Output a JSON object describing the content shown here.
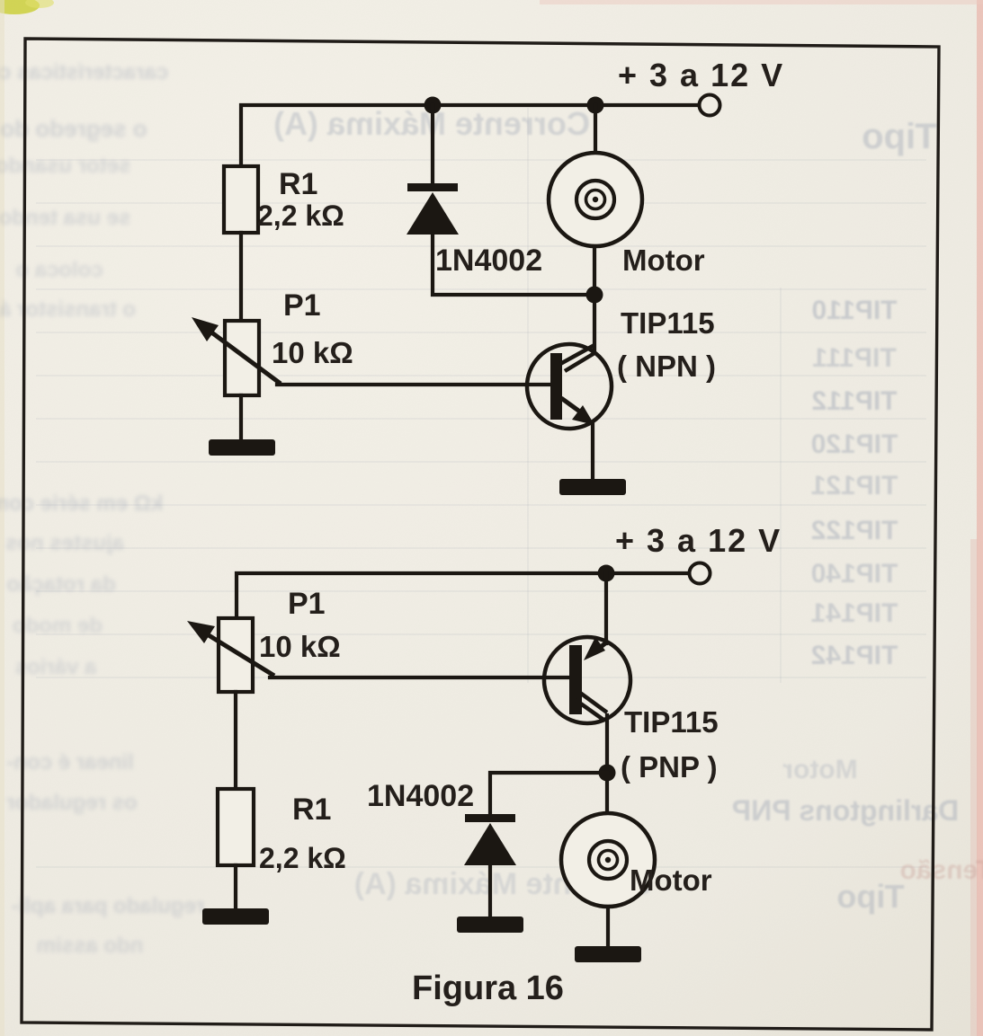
{
  "document": {
    "caption": "Figura 16"
  },
  "top_circuit": {
    "supply": "+ 3 a 12 V",
    "resistor_ref": "R1",
    "resistor_value": "2,2 kΩ",
    "pot_ref": "P1",
    "pot_value": "10 kΩ",
    "diode": "1N4002",
    "motor": "Motor",
    "transistor": "TIP115",
    "transistor_type": "( NPN )"
  },
  "bottom_circuit": {
    "supply": "+ 3 a 12 V",
    "resistor_ref": "R1",
    "resistor_value": "2,2 kΩ",
    "pot_ref": "P1",
    "pot_value": "10 kΩ",
    "diode": "1N4002",
    "motor": "Motor",
    "transistor": "TIP115",
    "transistor_type": "( PNP )"
  },
  "ghost_text": {
    "items": [
      "Corrente Máxima (A)",
      "Tipo",
      "TIP110",
      "TIP111",
      "TIP112",
      "TIP120",
      "TIP121",
      "TIP122",
      "TIP140",
      "TIP141",
      "TIP142",
      "Darlingtons PNP",
      "Tipo",
      "Corrente Máxima (A)",
      "Motor",
      "características com",
      "o segredo do",
      "setor usando",
      "se usa tendo",
      "coloca o",
      "o transistor á",
      "kΩ em série com",
      "ajustes nos",
      "da rotação",
      "de modo",
      "a vários",
      "linear é con-",
      "os regulador",
      "Tensão",
      "regulado para apli-",
      "ndo assim"
    ]
  },
  "colors": {
    "ink": "#241f1b",
    "paper": "#efece3",
    "ghost": "#8d97ab",
    "edge_pink": "#e9b7ad",
    "edge_yellow": "#cdd045"
  }
}
